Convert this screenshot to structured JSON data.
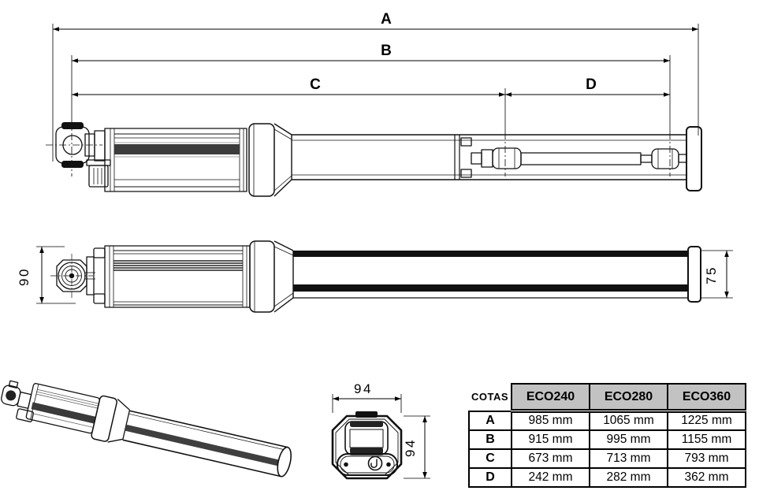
{
  "page": {
    "background": "#ffffff",
    "line_color": "#000000",
    "table_header_bg": "#c2c2c2"
  },
  "dimension_labels": {
    "a": "A",
    "b": "B",
    "c": "C",
    "d": "D"
  },
  "side_view": {
    "height_label": "90"
  },
  "rail": {
    "height_label": "75"
  },
  "end_view": {
    "width_label": "94",
    "height_label": "94"
  },
  "table": {
    "header": [
      "COTAS",
      "ECO240",
      "ECO280",
      "ECO360"
    ],
    "rows": [
      {
        "label": "A",
        "values": [
          "985 mm",
          "1065 mm",
          "1225 mm"
        ]
      },
      {
        "label": "B",
        "values": [
          "915 mm",
          "995 mm",
          "1155 mm"
        ]
      },
      {
        "label": "C",
        "values": [
          "673 mm",
          "713 mm",
          "793 mm"
        ]
      },
      {
        "label": "D",
        "values": [
          "242 mm",
          "282 mm",
          "362 mm"
        ]
      }
    ]
  }
}
